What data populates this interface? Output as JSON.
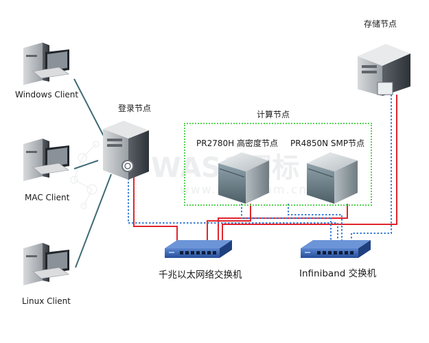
{
  "clients": {
    "windows": "Windows Client",
    "mac": "MAC Client",
    "linux": "Linux Client"
  },
  "login_node": {
    "label": "登录节点"
  },
  "storage_node": {
    "label": "存储节点"
  },
  "compute_cluster": {
    "label": "计算节点",
    "node_a": "PR2780H 高密度节点",
    "node_b": "PR4850N SMP节点"
  },
  "switches": {
    "gigabit": "千兆以太网络交换机",
    "infiniband": "Infiniband  交换机"
  },
  "watermark": {
    "brand": "WASO网标",
    "url": "www.waso.com.cn"
  },
  "colors": {
    "ethernet_link": "#e0242c",
    "infiniband_link": "#3a7fd6",
    "client_link": "#3f6a74",
    "cluster_border": "#55d255",
    "switch_body": "#2f5aa6"
  }
}
